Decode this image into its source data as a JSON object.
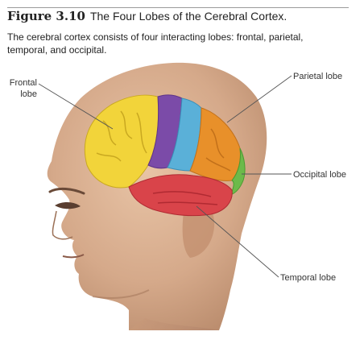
{
  "figure": {
    "number": "Figure 3.10",
    "title": "The Four Lobes of the Cerebral Cortex.",
    "caption": "The cerebral cortex consists of four interacting lobes: frontal, parietal, temporal, and occipital."
  },
  "labels": {
    "frontal_line1": "Frontal",
    "frontal_line2": "lobe",
    "parietal": "Parietal lobe",
    "occipital": "Occipital lobe",
    "temporal": "Temporal lobe"
  },
  "colors": {
    "frontal": "#f2d43a",
    "parietal_front": "#7b4ba8",
    "parietal_mid": "#5ab0d8",
    "parietal_back": "#e8902a",
    "occipital": "#6cba4a",
    "temporal": "#d9444a",
    "skin": "#d7ad8f",
    "leader_line": "#555555"
  }
}
